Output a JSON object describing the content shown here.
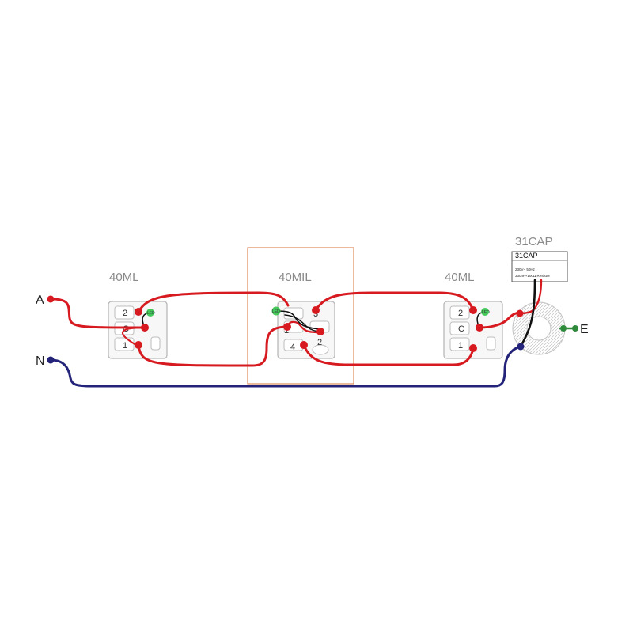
{
  "diagram": {
    "terminals": {
      "a": "A",
      "n": "N",
      "e": "E"
    },
    "devices": {
      "left_switch": {
        "label": "40ML",
        "terminal_top": "2",
        "terminal_mid": "C",
        "terminal_bottom": "1",
        "led": "LED"
      },
      "middle_switch": {
        "label": "40MIL",
        "terminal_3": "3",
        "terminal_1": "1",
        "terminal_2": "2",
        "terminal_4": "4",
        "led": "LED"
      },
      "right_switch": {
        "label": "40ML",
        "terminal_top": "2",
        "terminal_mid": "C",
        "terminal_bottom": "1",
        "led": "LED"
      },
      "capacitor": {
        "label": "31CAP",
        "box_title": "31CAP",
        "spec_1": "230V~ 50Hz",
        "spec_2": "330nF+100Ω Resistor"
      }
    },
    "colors": {
      "red_wire": "#d71920",
      "blue_wire": "#23237a",
      "black_wire": "#111111",
      "green_earth": "#2f8b3c",
      "led_green": "#45c85a",
      "highlight_box": "#e08b5a"
    }
  }
}
